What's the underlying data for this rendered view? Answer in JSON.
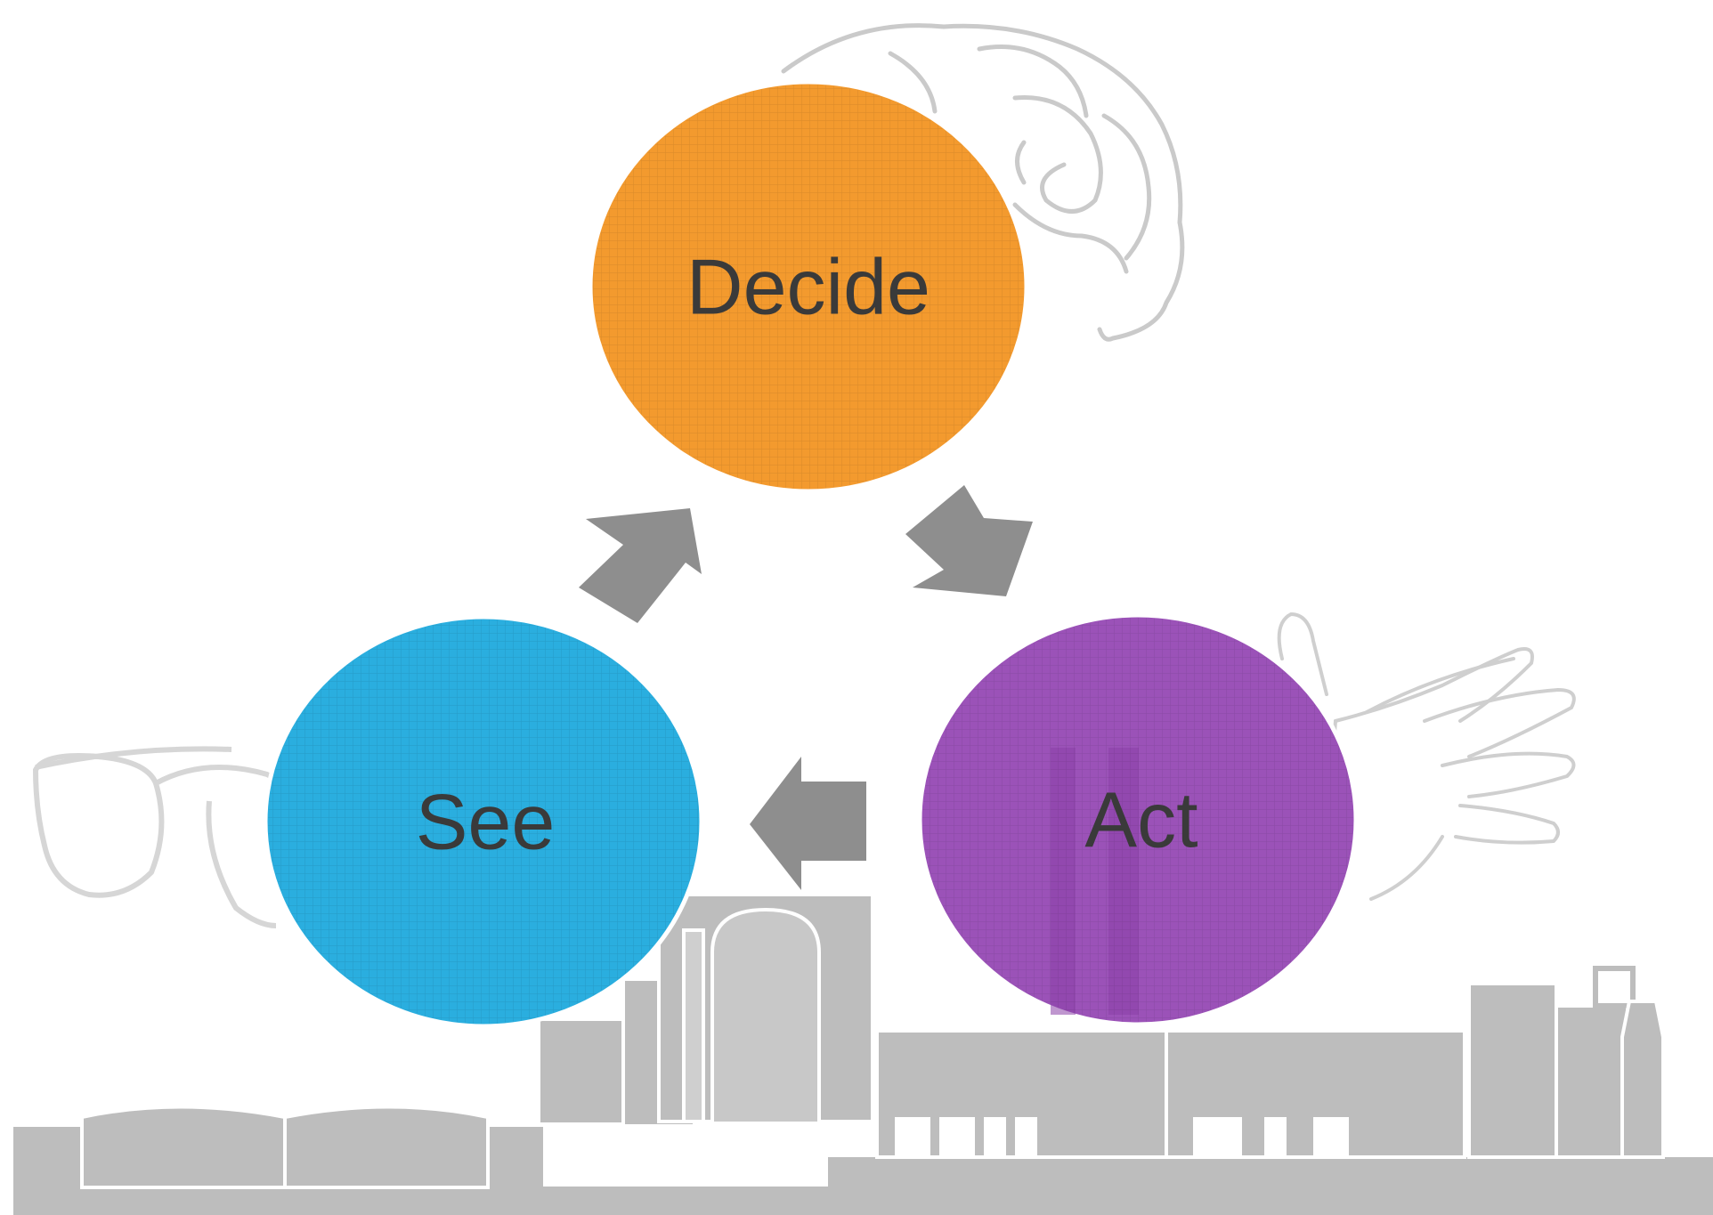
{
  "diagram": {
    "type": "cycle",
    "nodes": [
      {
        "id": "decide",
        "label": "Decide",
        "color": "#F39A2E",
        "icon": "brain-icon"
      },
      {
        "id": "act",
        "label": "Act",
        "color": "#9B52B8",
        "icon": "hand-icon"
      },
      {
        "id": "see",
        "label": "See",
        "color": "#2AAEDF",
        "icon": "glasses-icon"
      }
    ],
    "edges": [
      {
        "from": "see",
        "to": "decide"
      },
      {
        "from": "decide",
        "to": "act"
      },
      {
        "from": "act",
        "to": "see"
      }
    ],
    "arrow_color": "#8E8E8E",
    "background": "factory-skyline-illustration",
    "skyline_color": "#BDBDBD"
  }
}
